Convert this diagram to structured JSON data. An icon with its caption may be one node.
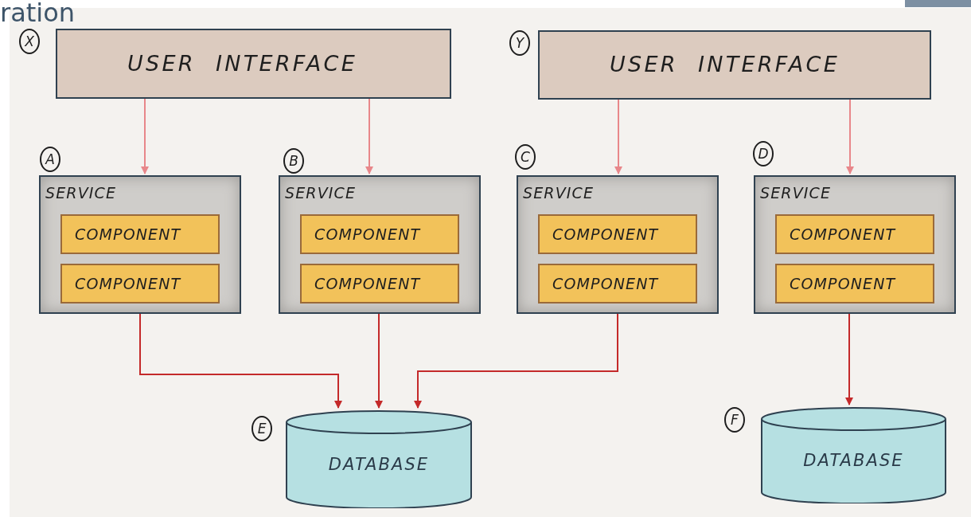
{
  "diagram": {
    "nodes": [
      {
        "text": [
          "USER INTERFACE"
        ],
        "beside": [
          "X"
        ]
      },
      {
        "text": [
          "USER INTERFACE"
        ],
        "beside": [
          "Y"
        ]
      },
      {
        "text": [
          "SERVICE"
        ],
        "beside": [
          "A"
        ]
      },
      {
        "text": [
          "COMPONENT"
        ],
        "in": 2
      },
      {
        "text": [
          "COMPONENT"
        ],
        "in": 2
      },
      {
        "text": [
          "SERVICE"
        ],
        "beside": [
          "B"
        ]
      },
      {
        "text": [
          "COMPONENT"
        ],
        "in": 5
      },
      {
        "text": [
          "COMPONENT"
        ],
        "in": 5
      },
      {
        "text": [
          "SERVICE"
        ],
        "beside": [
          "C"
        ]
      },
      {
        "text": [
          "COMPONENT"
        ],
        "in": 8
      },
      {
        "text": [
          "COMPONENT"
        ],
        "in": 8
      },
      {
        "text": [
          "SERVICE"
        ],
        "beside": [
          "D"
        ]
      },
      {
        "text": [
          "COMPONENT"
        ],
        "in": 11
      },
      {
        "text": [
          "COMPONENT"
        ],
        "in": 11
      },
      {
        "text": [
          "DATABASE"
        ],
        "beside": [
          "E"
        ]
      },
      {
        "text": [
          "DATABASE"
        ],
        "beside": [
          "F"
        ]
      }
    ],
    "edges": [
      {
        "from": 0,
        "to": 2,
        "arrow": "to",
        "color": "#e8878a"
      },
      {
        "from": 0,
        "to": 5,
        "arrow": "to",
        "color": "#e8878a"
      },
      {
        "from": 1,
        "to": 8,
        "arrow": "to",
        "color": "#e8878a"
      },
      {
        "from": 1,
        "to": 11,
        "arrow": "to",
        "color": "#e8878a"
      },
      {
        "from": 2,
        "to": 14,
        "arrow": "to",
        "color": "#c42a2a"
      },
      {
        "from": 5,
        "to": 14,
        "arrow": "to",
        "color": "#c42a2a"
      },
      {
        "from": 8,
        "to": 14,
        "arrow": "to",
        "color": "#c42a2a"
      },
      {
        "from": 11,
        "to": 15,
        "arrow": "to",
        "color": "#c42a2a"
      }
    ],
    "labels": [
      "ration"
    ]
  }
}
